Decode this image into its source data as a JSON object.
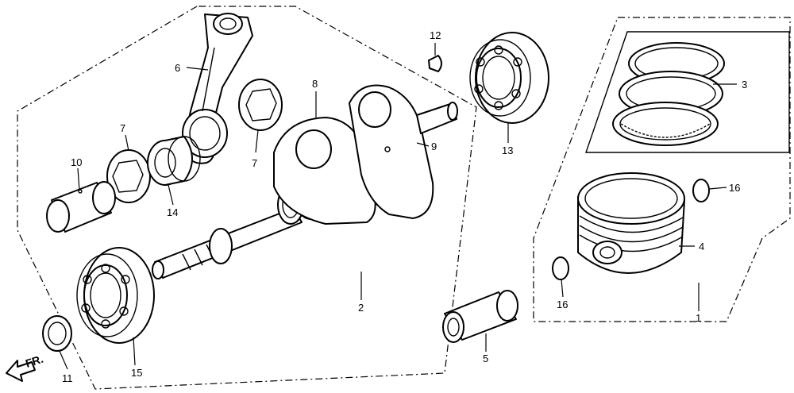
{
  "callouts": {
    "c1": "1",
    "c2": "2",
    "c3": "3",
    "c4": "4",
    "c5": "5",
    "c6": "6",
    "c7a": "7",
    "c7b": "7",
    "c8": "8",
    "c9": "9",
    "c10": "10",
    "c11": "11",
    "c12": "12",
    "c13": "13",
    "c14": "14",
    "c15": "15",
    "c16a": "16",
    "c16b": "16"
  },
  "direction": {
    "label": "FR."
  },
  "colors": {
    "line": "#000000",
    "background": "#ffffff"
  }
}
